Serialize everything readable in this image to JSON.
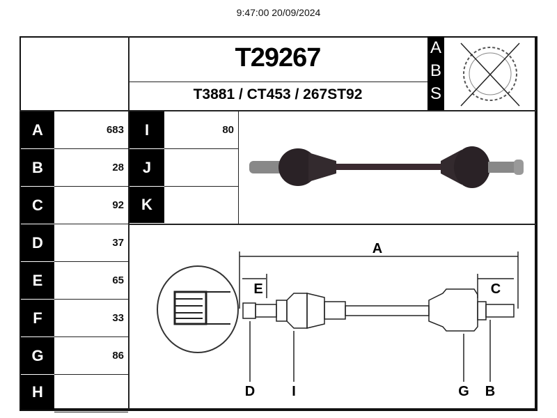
{
  "timestamp": "9:47:00 20/09/2024",
  "header": {
    "part_number": "T29267",
    "cross_refs": "T3881 / CT453 / 267ST92",
    "abs_label": [
      "A",
      "B",
      "S"
    ],
    "abs_icon": "abs-ring-crossed-icon"
  },
  "dimensions_left": [
    {
      "label": "A",
      "value": "683"
    },
    {
      "label": "B",
      "value": "28"
    },
    {
      "label": "C",
      "value": "92"
    },
    {
      "label": "D",
      "value": "37"
    },
    {
      "label": "E",
      "value": "65"
    },
    {
      "label": "F",
      "value": "33"
    },
    {
      "label": "G",
      "value": "86"
    },
    {
      "label": "H",
      "value": ""
    }
  ],
  "dimensions_right": [
    {
      "label": "I",
      "value": "80"
    },
    {
      "label": "J",
      "value": ""
    },
    {
      "label": "K",
      "value": ""
    }
  ],
  "diagram": {
    "labels": {
      "A": "A",
      "E": "E",
      "C": "C",
      "D": "D",
      "I": "I",
      "G": "G",
      "B": "B"
    }
  }
}
